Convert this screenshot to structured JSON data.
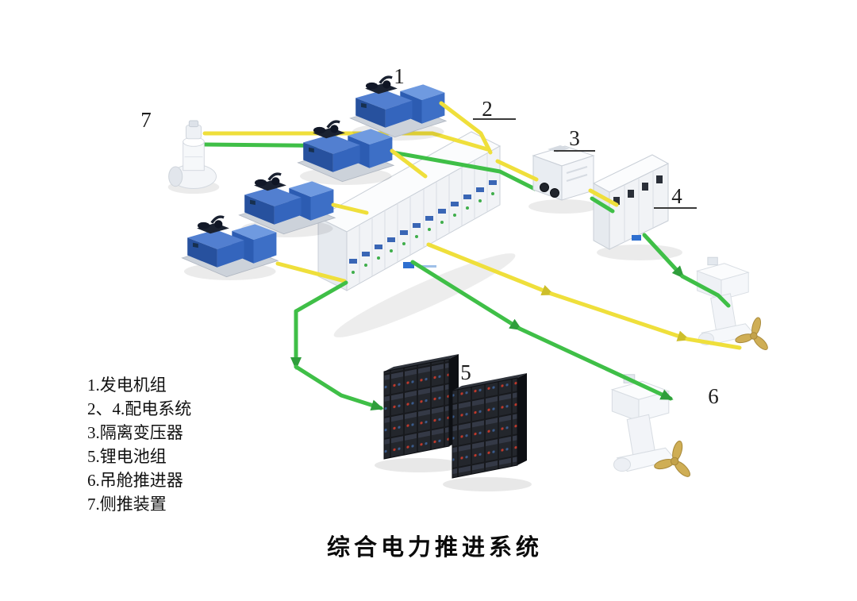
{
  "title": "综合电力推进系统",
  "figure_labels": {
    "n1": "1",
    "n2": "2",
    "n3": "3",
    "n4": "4",
    "n5": "5",
    "n6": "6",
    "n7": "7"
  },
  "legend": {
    "items": [
      {
        "text": "1.发电机组"
      },
      {
        "text": "2、4.配电系统"
      },
      {
        "text": "3.隔离变压器"
      },
      {
        "text": "5.锂电池组"
      },
      {
        "text": "6.吊舱推进器"
      },
      {
        "text": "7.侧推装置"
      }
    ]
  },
  "components": [
    {
      "id": "1",
      "name": "发电机组"
    },
    {
      "id": "2",
      "name": "配电系统"
    },
    {
      "id": "3",
      "name": "隔离变压器"
    },
    {
      "id": "4",
      "name": "配电系统"
    },
    {
      "id": "5",
      "name": "锂电池组"
    },
    {
      "id": "6",
      "name": "吊舱推进器"
    },
    {
      "id": "7",
      "name": "侧推装置"
    }
  ],
  "colors": {
    "cable_green": "#3fbf47",
    "cable_yellow": "#efdf3b",
    "engine_blue": "#3a6fc4",
    "cabinet_white": "#f4f6f8",
    "battery_dark": "#1b1e24",
    "propeller_gold": "#c8a94e",
    "label_ink": "#1c1c1c"
  }
}
